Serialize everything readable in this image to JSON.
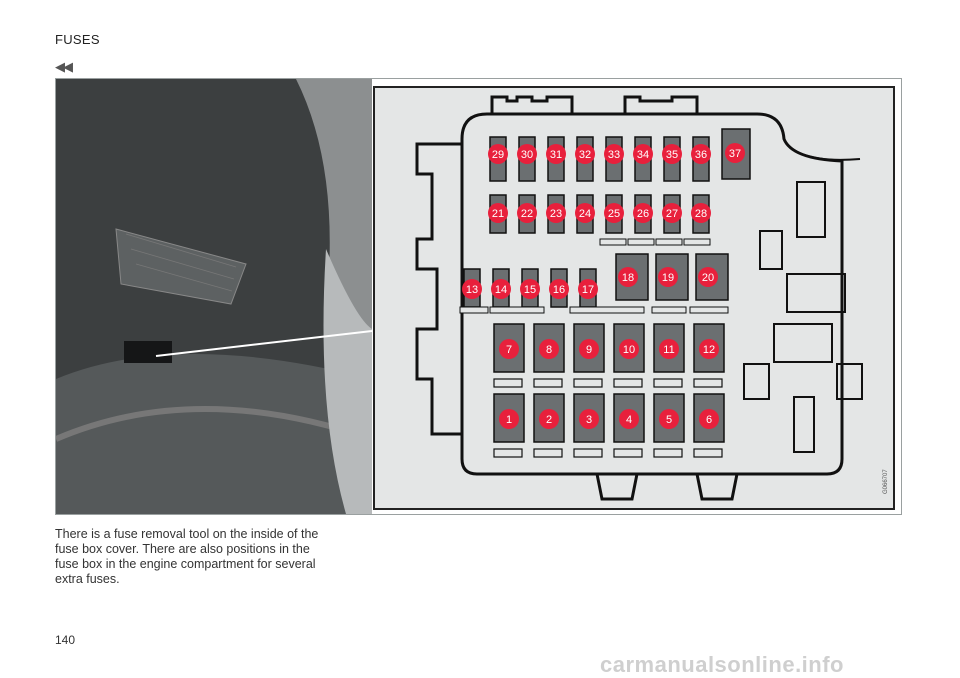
{
  "header": {
    "title": "FUSES",
    "continued_icon": "double-left-arrow-icon"
  },
  "figure": {
    "code": "G066707",
    "fuses_row1": [
      "29",
      "30",
      "31",
      "32",
      "33",
      "34",
      "35",
      "36",
      "37"
    ],
    "fuses_row2": [
      "21",
      "22",
      "23",
      "24",
      "25",
      "26",
      "27",
      "28"
    ],
    "fuses_row3_small": [
      "13",
      "14",
      "15",
      "16",
      "17"
    ],
    "fuses_row3_large": [
      "18",
      "19",
      "20"
    ],
    "fuses_row4": [
      "7",
      "8",
      "9",
      "10",
      "11",
      "12"
    ],
    "fuses_row5": [
      "1",
      "2",
      "3",
      "4",
      "5",
      "6"
    ],
    "colors": {
      "badge": "#e8203c",
      "fuse": "#6b6f71",
      "box_bg": "#e4e6e6"
    }
  },
  "body": {
    "text": "There is a fuse removal tool on the inside of the fuse box cover. There are also positions in the fuse box in the engine compartment for several extra fuses."
  },
  "page": {
    "number": "140"
  },
  "watermark": {
    "text": "carmanualsonline.info"
  }
}
